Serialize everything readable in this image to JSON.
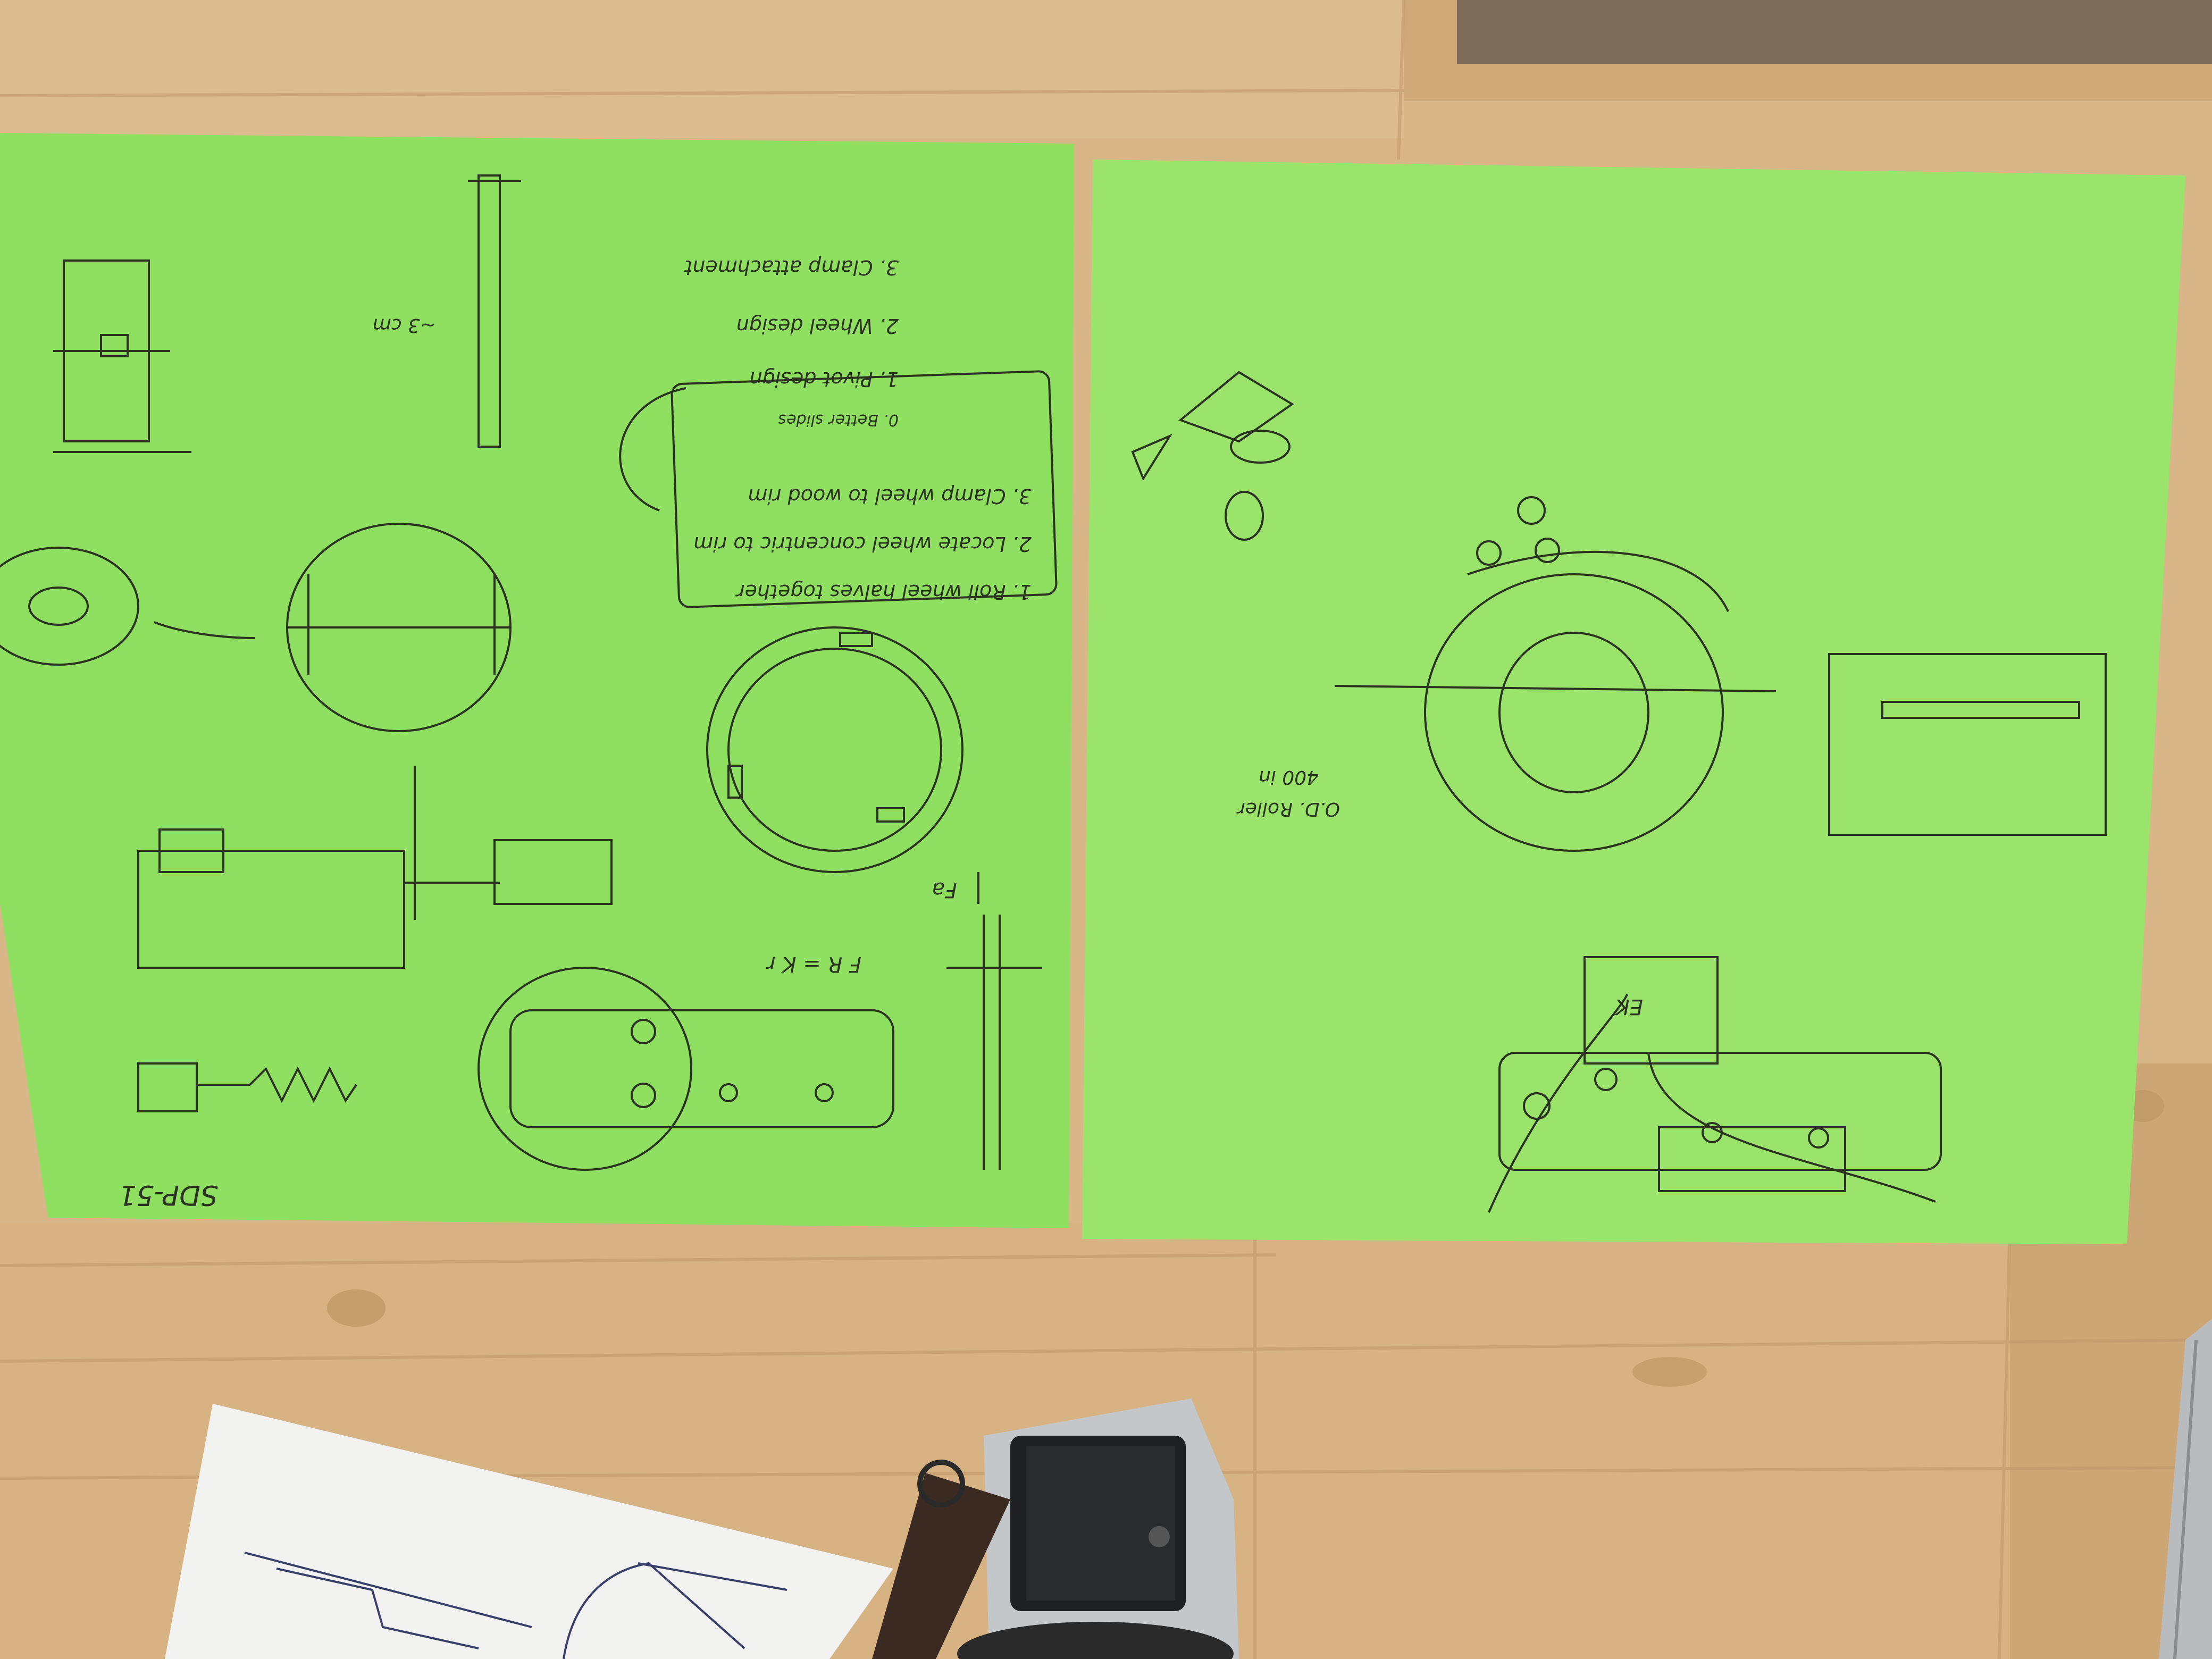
{
  "scene": {
    "table_color": "#d9b687",
    "paper_color": "#8fe061",
    "ink_color": "#2b3320"
  },
  "left_sheet": {
    "list_items": [
      "1. Roll wheel halves together",
      "2. Locate wheel concentric to rim",
      "3. Clamp wheel to wood rim",
      "0. Better slides",
      "1. Pivot design",
      "2. Wheel design",
      "3. Clamp attachment"
    ],
    "annotations": {
      "spacing": "~3 cm",
      "force_label": "Fa",
      "equation": "F R = K r",
      "bottom_label": "SDP-51"
    }
  },
  "right_sheet": {
    "annotations": {
      "roller_label": "O.D. Roller",
      "roller_dim": "400 in",
      "box_label": "EK"
    }
  }
}
